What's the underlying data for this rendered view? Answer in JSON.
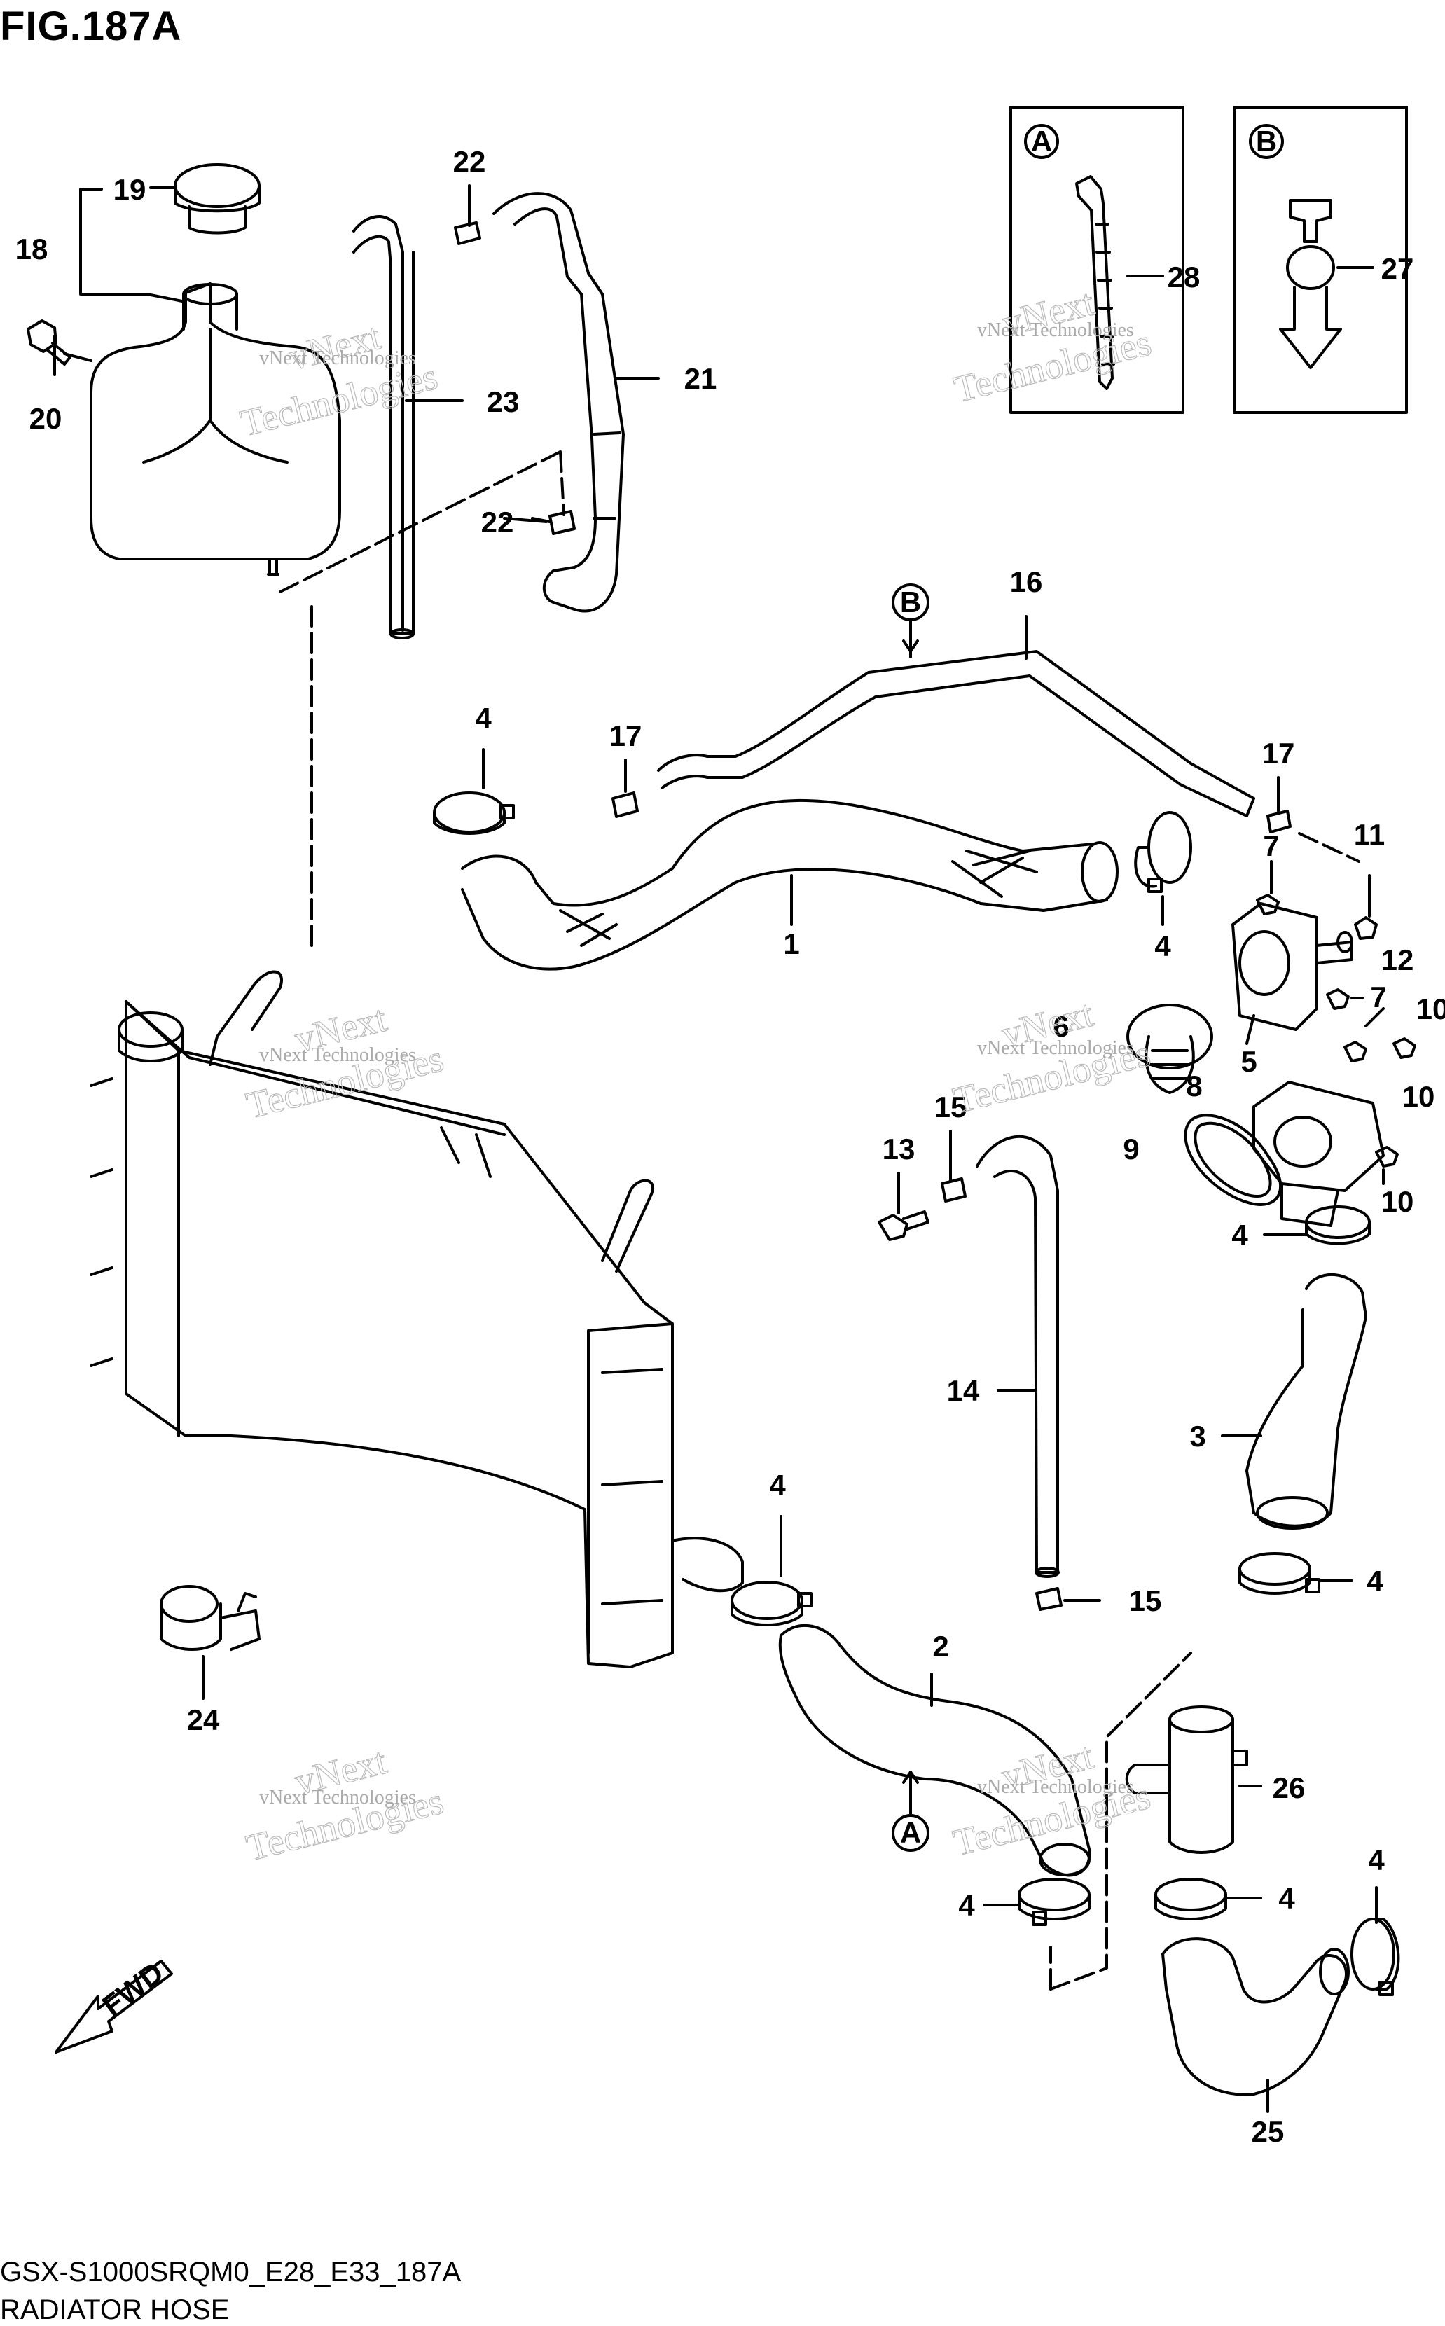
{
  "figure": {
    "title": "FIG.187A",
    "model_code": "GSX-S1000SRQM0_E28_E33_187A",
    "name": "RADIATOR HOSE"
  },
  "watermark": {
    "line1": "vNext",
    "line2": "Technologies",
    "small": "vNext Technologies"
  },
  "inset_refs": {
    "a": "A",
    "b": "B"
  },
  "direction_label": "FWD",
  "callouts": {
    "c1": "1",
    "c2": "2",
    "c3": "3",
    "c4a": "4",
    "c4b": "4",
    "c4c": "4",
    "c4d": "4",
    "c4e": "4",
    "c4f": "4",
    "c4g": "4",
    "c4h": "4",
    "c5": "5",
    "c6": "6",
    "c7a": "7",
    "c7b": "7",
    "c8": "8",
    "c9": "9",
    "c10a": "10",
    "c10b": "10",
    "c10c": "10",
    "c11": "11",
    "c12": "12",
    "c13": "13",
    "c14": "14",
    "c15a": "15",
    "c15b": "15",
    "c16": "16",
    "c17a": "17",
    "c17b": "17",
    "c18": "18",
    "c19": "19",
    "c20": "20",
    "c21": "21",
    "c22a": "22",
    "c22b": "22",
    "c23": "23",
    "c24": "24",
    "c25": "25",
    "c26": "26",
    "c27": "27",
    "c28": "28"
  },
  "colors": {
    "line": "#000000",
    "watermark": "#bbbbbb",
    "background": "#ffffff"
  }
}
